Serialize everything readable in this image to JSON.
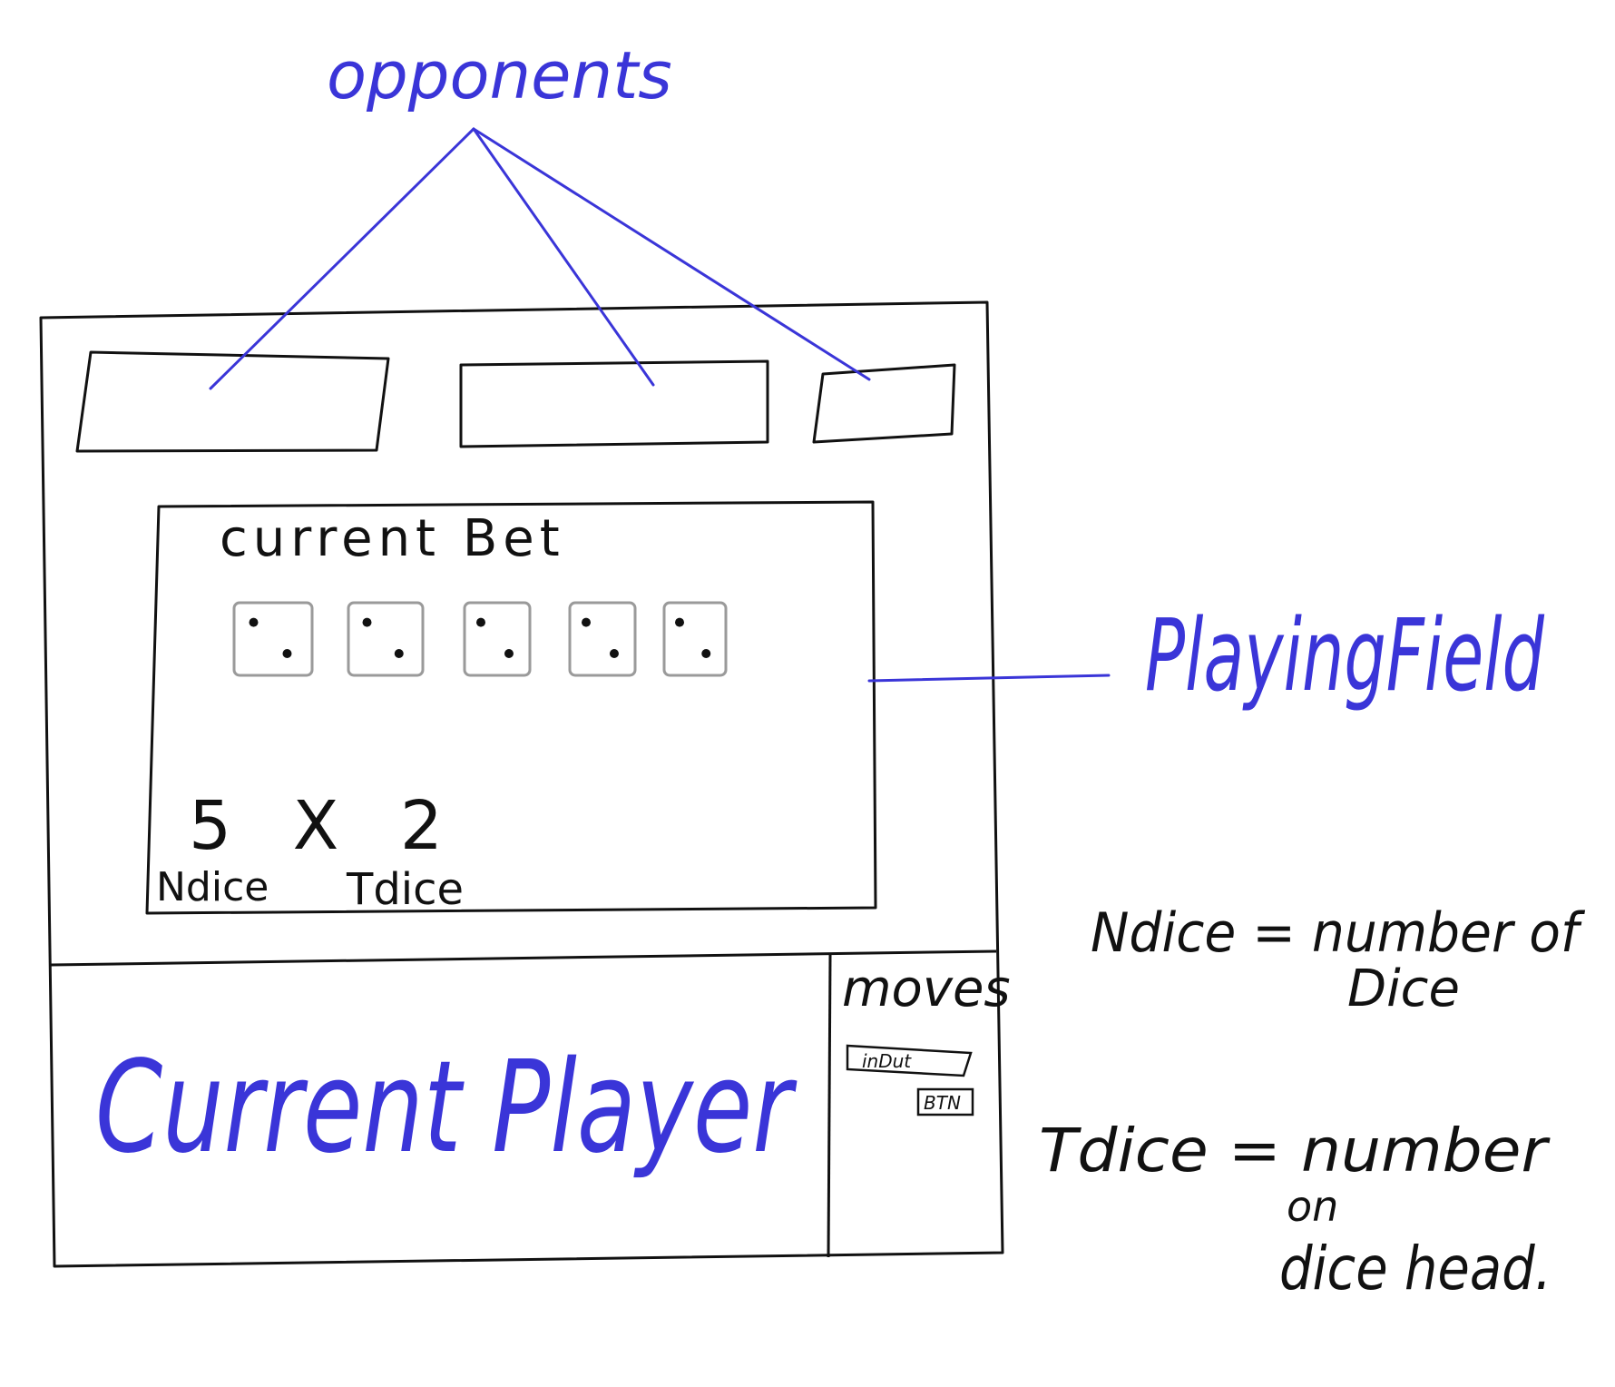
{
  "annotations": {
    "opponents_label": "opponents",
    "playing_field_label": "PlayingField",
    "current_player_label": "Current Player"
  },
  "playing_field": {
    "title": "current Bet",
    "dice_count": 5,
    "dice_face": 2,
    "bet_value": "5 X 2",
    "ndice_caption": "Ndice",
    "tdice_caption": "Tdice"
  },
  "moves_panel": {
    "title": "moves",
    "input_label": "inDut",
    "button_label": "BTN"
  },
  "legend": {
    "ndice_line1": "Ndice = number of",
    "ndice_line2": "Dice",
    "tdice_line1": "Tdice = number",
    "tdice_line2": "on",
    "tdice_line3": "dice head."
  },
  "colors": {
    "annotation_ink": "#3a35d8",
    "sketch_ink": "#111111",
    "dice_outline": "#9a9a9a"
  }
}
